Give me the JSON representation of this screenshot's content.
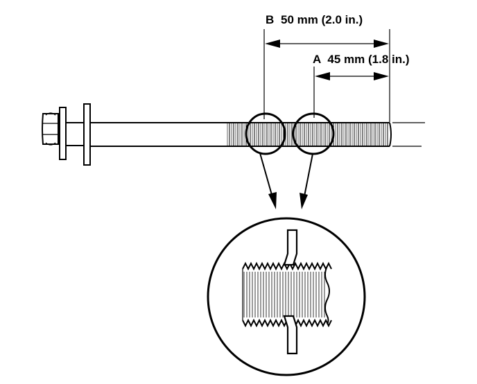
{
  "dimensions": {
    "b": {
      "letter": "B",
      "value": "50 mm (2.0 in.)"
    },
    "a": {
      "letter": "A",
      "value": "45 mm (1.8 in.)"
    }
  },
  "colors": {
    "ink": "#000000",
    "background": "#ffffff"
  }
}
